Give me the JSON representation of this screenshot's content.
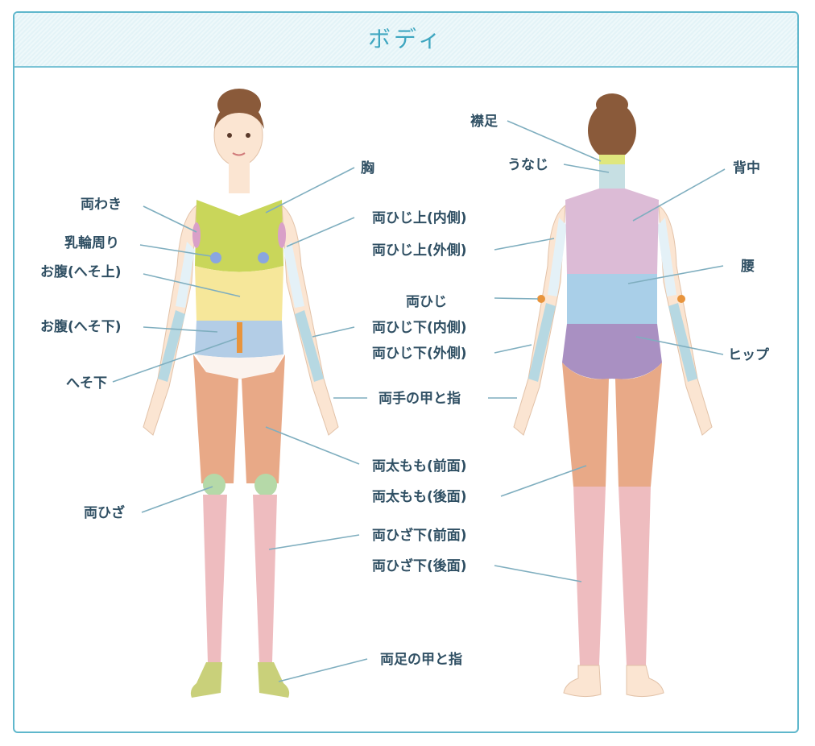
{
  "header": {
    "title": "ボディ"
  },
  "front_labels": {
    "chest": "胸",
    "armpits": "両わき",
    "areola": "乳輪周り",
    "upper_arm_inner": "両ひじ上(内側)",
    "upper_arm_outer": "両ひじ上(外側)",
    "belly_upper": "お腹(へそ上)",
    "belly_lower": "お腹(へそ下)",
    "below_navel": "へそ下",
    "forearm_inner": "両ひじ下(内側)",
    "forearm_outer": "両ひじ下(外側)",
    "hands": "両手の甲と指",
    "thigh_front": "両太もも(前面)",
    "knees": "両ひざ",
    "shin_front": "両ひざ下(前面)",
    "feet": "両足の甲と指"
  },
  "back_labels": {
    "nape_hairline": "襟足",
    "nape": "うなじ",
    "back": "背中",
    "waist": "腰",
    "elbows": "両ひじ",
    "hips": "ヒップ",
    "thigh_back": "両太もも(後面)",
    "calf_back": "両ひざ下(後面)"
  },
  "colors": {
    "border": "#5fb7cc",
    "title": "#3ea6c0",
    "label": "#2f4f63",
    "leader_line": "#7faebf",
    "skin": "#fbe5d2",
    "hair": "#8a5a3a",
    "chest_zone": "#c9d65a",
    "belly_upper_zone": "#f6e79a",
    "belly_lower_zone": "#b3cde6",
    "thigh_zone": "#e8a987",
    "shin_zone": "#eebcbf",
    "knee_zone": "#b5d9a8",
    "feet_zone": "#c9d07a",
    "armpit_zone": "#d9a0c8",
    "areola_zone": "#8aa6e0",
    "upper_arm_zone": "#e4f1f7",
    "forearm_zone": "#b6d8e2",
    "back_zone": "#dcbbd6",
    "waist_zone": "#a9cfe8",
    "hip_zone": "#a990c2",
    "nape_zone": "#dfe77e",
    "elbow_dot": "#e8943c"
  }
}
